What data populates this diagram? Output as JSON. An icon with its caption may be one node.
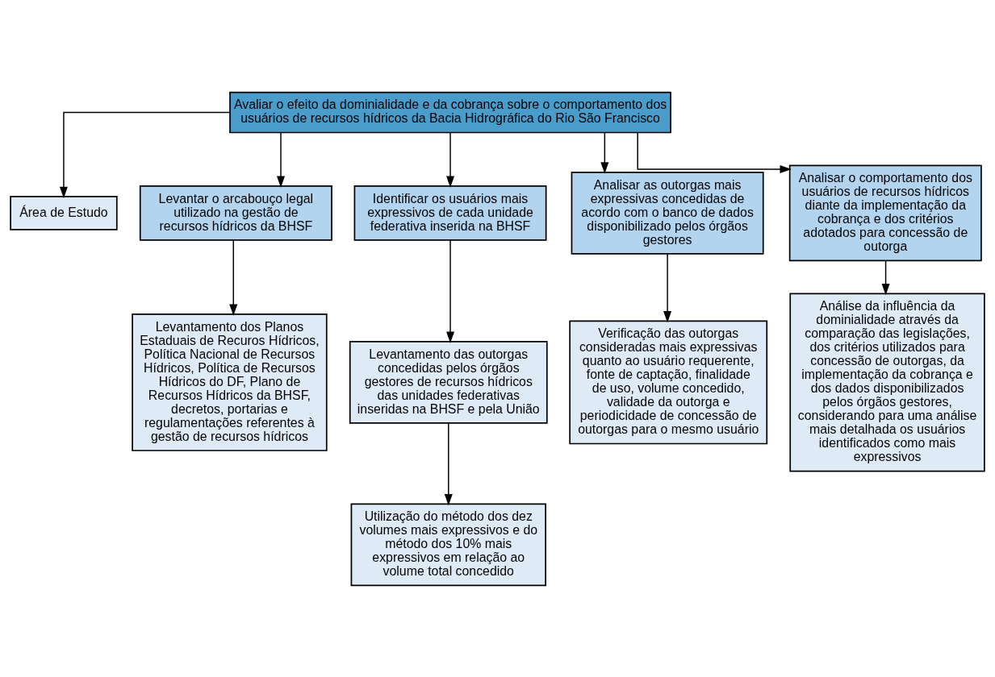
{
  "diagram": {
    "nodes": [
      {
        "text": [
          "Avaliar o efeito da dominialidade e da cobrança sobre o comportamento dos usuários de recursos hídricos da Bacia Hidrográfica do Rio São Francisco"
        ]
      },
      {
        "text": [
          "Área de Estudo"
        ]
      },
      {
        "text": [
          "Levantar o arcabouço legal utilizado na gestão de recursos hídricos da BHSF"
        ]
      },
      {
        "text": [
          "Identificar os usuários mais expressivos de cada unidade federativa inserida na BHSF"
        ]
      },
      {
        "text": [
          "Analisar as outorgas mais expressivas concedidas de acordo com o banco de dados disponibilizado pelos órgãos gestores"
        ]
      },
      {
        "text": [
          "Analisar o comportamento dos usuários de recursos hídricos diante da implementação da cobrança e dos critérios adotados para concessão de outorga"
        ]
      },
      {
        "text": [
          "Levantamento dos Planos Estaduais de Recuros Hídricos, Política Nacional de Recursos Hídricos, Política de Recursos Hídricos do DF, Plano de Recursos Hídricos da BHSF, decretos, portarias e regulamentações referentes à gestão de recursos hídricos"
        ]
      },
      {
        "text": [
          "Levantamento das outorgas concedidas pelos órgãos gestores de recursos hídricos das unidades federativas inseridas na BHSF e pela União"
        ]
      },
      {
        "text": [
          "Utilização do método dos dez volumes mais expressivos e do método dos 10% mais expressivos em relação ao volume total concedido"
        ]
      },
      {
        "text": [
          "Verificação das outorgas consideradas mais expressivas quanto ao usuário requerente, fonte de captação, finalidade de uso, volume concedido, validade da outorga e periodicidade de concessão de outorgas para o mesmo usuário"
        ]
      },
      {
        "text": [
          "Análise da influência da dominialidade através da comparação das legislações, dos critérios utilizados para concessão de outorgas, da implementação da cobrança e dos dados disponibilizados pelos órgãos gestores, considerando para uma análise mais detalhada os usuários identificados como mais expressivos"
        ]
      }
    ],
    "edges": [
      {
        "from": 0,
        "to": 1,
        "arrow": "to"
      },
      {
        "from": 0,
        "to": 2,
        "arrow": "to"
      },
      {
        "from": 0,
        "to": 3,
        "arrow": "to"
      },
      {
        "from": 0,
        "to": 4,
        "arrow": "to"
      },
      {
        "from": 0,
        "to": 5,
        "arrow": "to"
      },
      {
        "from": 2,
        "to": 6,
        "arrow": "to"
      },
      {
        "from": 3,
        "to": 7,
        "arrow": "to"
      },
      {
        "from": 7,
        "to": 8,
        "arrow": "to"
      },
      {
        "from": 4,
        "to": 9,
        "arrow": "to"
      },
      {
        "from": 5,
        "to": 10,
        "arrow": "to"
      }
    ]
  }
}
